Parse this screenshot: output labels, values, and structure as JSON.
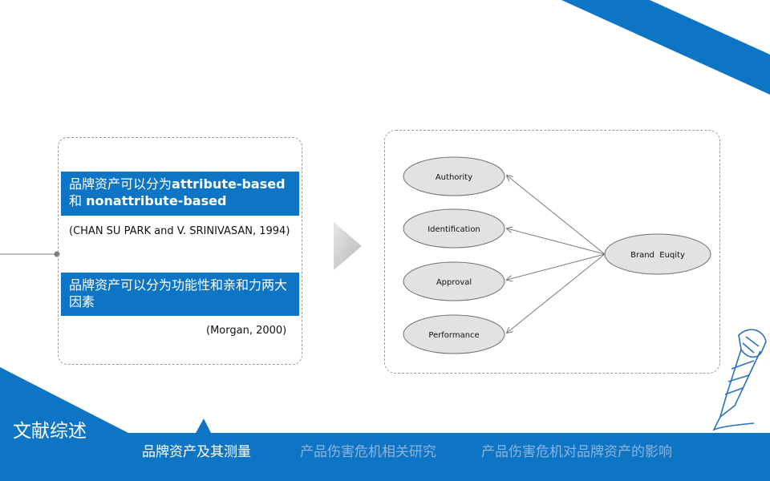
{
  "header": {
    "corner_title": "品牌资产的测量模型"
  },
  "left_panel": {
    "item1": {
      "text_prefix": "品牌资产可以分为",
      "text_bold1": "attribute-based",
      "text_line2_prefix": "和 ",
      "text_bold2": "nonattribute-based"
    },
    "citation1": "(CHAN SU PARK and V. SRINIVASAN, 1994)",
    "item2": {
      "text": "品牌资产可以分为功能性和亲和力两大因素"
    },
    "citation2": "(Morgan, 2000)"
  },
  "diagram": {
    "nodes": [
      "Authority",
      "Identification",
      "Approval",
      "Performance"
    ],
    "center_node": "Brand  Euqity"
  },
  "footer": {
    "section_title": "文献综述",
    "nav": [
      "品牌资产及其测量",
      "产品伤害危机相关研究",
      "产品伤害危机对品牌资产的影响"
    ],
    "active_index": 0
  },
  "colors": {
    "accent": "#0e74c4",
    "ellipse_fill": "#e2e2e2",
    "nav_inactive": "#8fb4dc"
  }
}
